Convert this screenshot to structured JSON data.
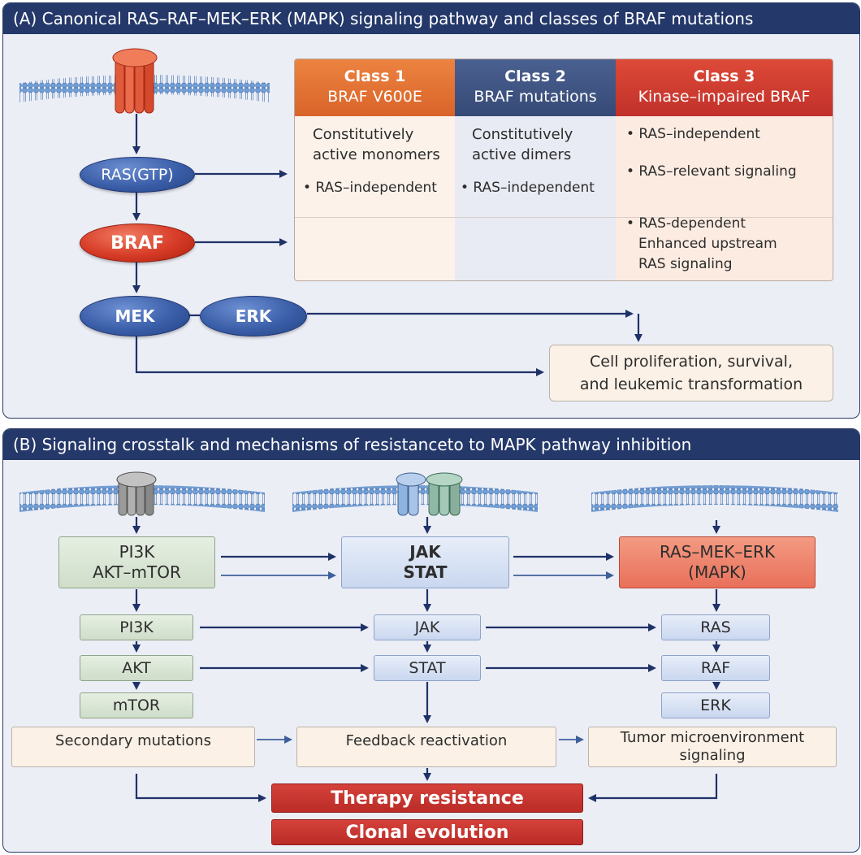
{
  "panelA": {
    "title": "(A) Canonical RAS–RAF–MEK–ERK (MAPK) signaling pathway and classes of BRAF mutations",
    "nodes": {
      "ras": "RAS(GTP)",
      "braf": "BRAF",
      "mek": "MEK",
      "erk": "ERK"
    },
    "classes": [
      {
        "title": "Class 1",
        "subtitle": "BRAF V600E",
        "line1": "Constitutively",
        "line2": "active monomers",
        "bullet": "• RAS–independent"
      },
      {
        "title": "Class 2",
        "subtitle": "BRAF mutations",
        "line1": "Constitutively",
        "line2": "active dimers",
        "bullet": "• RAS–independent"
      },
      {
        "title": "Class 3",
        "subtitle": "Kinase–impaired BRAF",
        "bullet1": "• RAS–independent",
        "bullet2": "• RAS–relevant signaling",
        "bullet3": "• RAS-dependent",
        "line4": "Enhanced upstream",
        "line5": "RAS signaling"
      }
    ],
    "outcome": {
      "line1": "Cell proliferation, survival,",
      "line2": "and leukemic transformation"
    }
  },
  "panelB": {
    "title": "(B) Signaling crosstalk and mechanisms of resistanceto to MAPK pathway inhibition",
    "pathways": {
      "pi3k": {
        "line1": "PI3K",
        "line2": "AKT–mTOR"
      },
      "jak": {
        "line1": "JAK",
        "line2": "STAT"
      },
      "mapk": {
        "line1": "RAS–MEK–ERK",
        "line2": "(MAPK)"
      }
    },
    "steps": {
      "left": [
        "PI3K",
        "AKT",
        "mTOR"
      ],
      "middle": [
        "JAK",
        "STAT"
      ],
      "right": [
        "RAS",
        "RAF",
        "ERK"
      ]
    },
    "mechanisms": {
      "secondary": "Secondary mutations",
      "feedback": "Feedback reactivation",
      "tme1": "Tumor microenvironment",
      "tme2": "signaling"
    },
    "results": {
      "resistance": "Therapy resistance",
      "evolution": "Clonal evolution"
    }
  },
  "colors": {
    "header": "#24386a",
    "class1": "#e0702e",
    "class2": "#3e547f",
    "class3": "#d23d2f",
    "arrow": "#1f3268",
    "resistance": "#c7332d"
  }
}
